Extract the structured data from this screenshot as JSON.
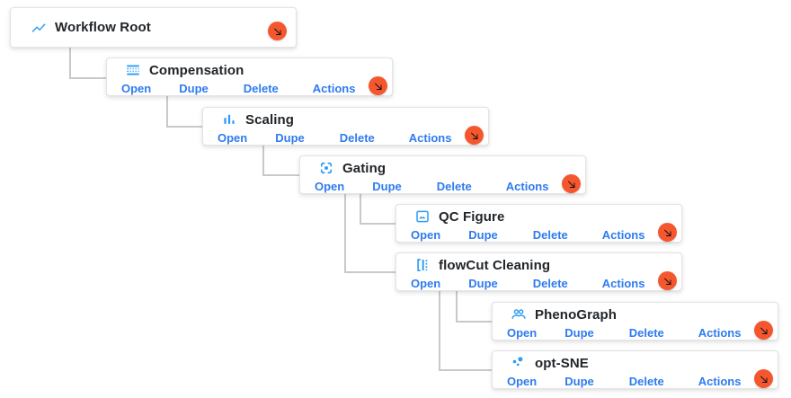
{
  "palette": {
    "link-blue": "#2e7bf0",
    "icon-blue": "#2e9bf4",
    "badge-orange": "#f4572e",
    "line-gray": "#c9c9c9",
    "card-border": "#e4e4e4",
    "title-ink": "#212529",
    "arrow-ink": "#111111"
  },
  "actions": [
    "Open",
    "Dupe",
    "Delete",
    "Actions"
  ],
  "badge_icon": "south-east-arrow-icon",
  "nodes": [
    {
      "title": "Workflow Root",
      "icon": "line-chart-icon",
      "has_actions": false
    },
    {
      "title": "Compensation",
      "icon": "matrix-table-icon",
      "has_actions": true
    },
    {
      "title": "Scaling",
      "icon": "bar-chart-icon",
      "has_actions": true
    },
    {
      "title": "Gating",
      "icon": "center-focus-icon",
      "has_actions": true
    },
    {
      "title": "QC Figure",
      "icon": "image-icon",
      "has_actions": true
    },
    {
      "title": "flowCut Cleaning",
      "icon": "split-bracket-icon",
      "has_actions": true
    },
    {
      "title": "PhenoGraph",
      "icon": "people-icon",
      "has_actions": true
    },
    {
      "title": "opt-SNE",
      "icon": "scatter-plot-icon",
      "has_actions": true
    }
  ]
}
